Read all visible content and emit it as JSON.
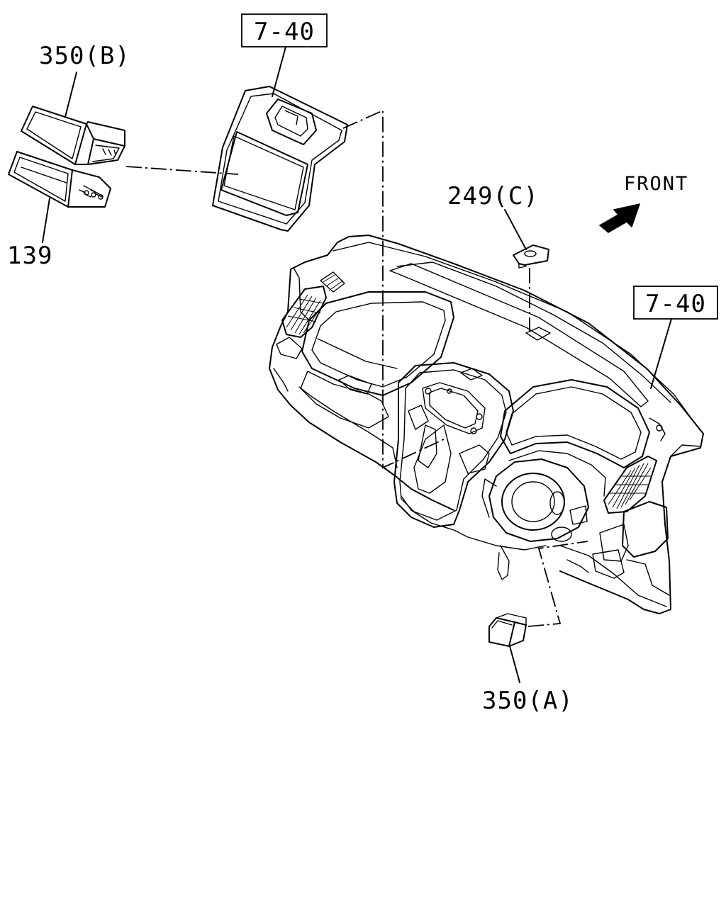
{
  "labels": {
    "ref_top": "7-40",
    "ref_right": "7-40",
    "part_350b": "350(B)",
    "part_139": "139",
    "part_249c": "249(C)",
    "part_350a": "350(A)",
    "front": "FRONT"
  },
  "icons": {
    "front_arrow": "arrow-front-icon"
  }
}
